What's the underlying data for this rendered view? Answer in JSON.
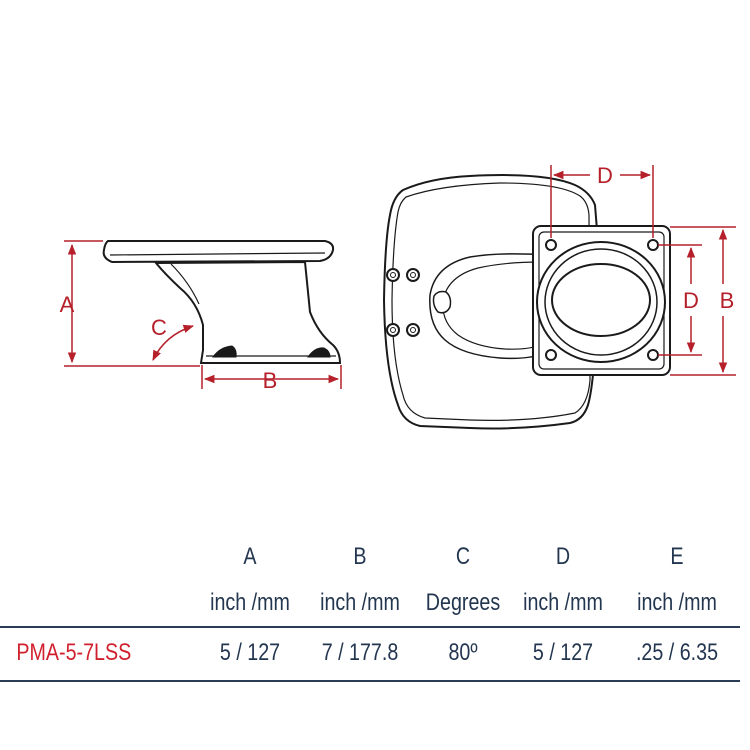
{
  "diagram": {
    "labels": {
      "side_a": "A",
      "side_b": "B",
      "side_c": "C",
      "top_d_horizontal": "D",
      "top_d_vertical": "D",
      "top_b_vertical": "B"
    },
    "colors": {
      "outline": "#1a1a1a",
      "dimension": "#b5202a",
      "table_text": "#23364f",
      "model_text": "#d0202d"
    }
  },
  "table": {
    "headers": {
      "a": "A",
      "b": "B",
      "c": "C",
      "d": "D",
      "e": "E"
    },
    "units": {
      "a": "inch /mm",
      "b": "inch /mm",
      "c": "Degrees",
      "d": "inch /mm",
      "e": "inch /mm"
    },
    "row": {
      "model": "PMA-5-7LSS",
      "a": "5 / 127",
      "b": "7 / 177.8",
      "c": "80º",
      "d": "5 / 127",
      "e": ".25 / 6.35"
    }
  }
}
